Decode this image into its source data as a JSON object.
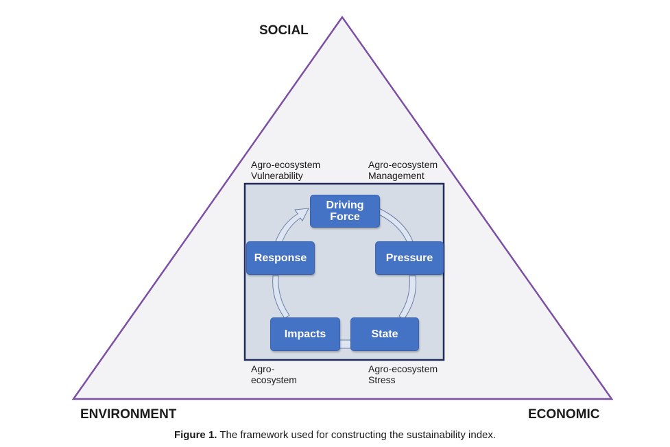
{
  "corners": {
    "top": "SOCIAL",
    "left": "ENVIRONMENT",
    "right": "ECONOMIC"
  },
  "annotations": {
    "top_left": [
      "Agro-ecosystem",
      "Vulnerability"
    ],
    "top_right": [
      "Agro-ecosystem",
      "Management"
    ],
    "bottom_left": [
      "Agro-",
      "ecosystem"
    ],
    "bottom_right": [
      "Agro-ecosystem",
      "Stress"
    ]
  },
  "cycle": {
    "driving_force": [
      "Driving",
      "Force"
    ],
    "pressure": "Pressure",
    "state": "State",
    "impacts": "Impacts",
    "response": "Response"
  },
  "caption": {
    "label": "Figure 1.",
    "text": " The framework used for constructing the sustainability index."
  },
  "colors": {
    "triangle_stroke": "#7b4fa6",
    "triangle_fill": "#f3f3f5",
    "panel_fill": "#d6dce6",
    "panel_border": "#1f2a5a",
    "box_fill": "#4472c4",
    "arrow_fill": "#dde5f2",
    "arrow_stroke": "#6a7fa6"
  }
}
